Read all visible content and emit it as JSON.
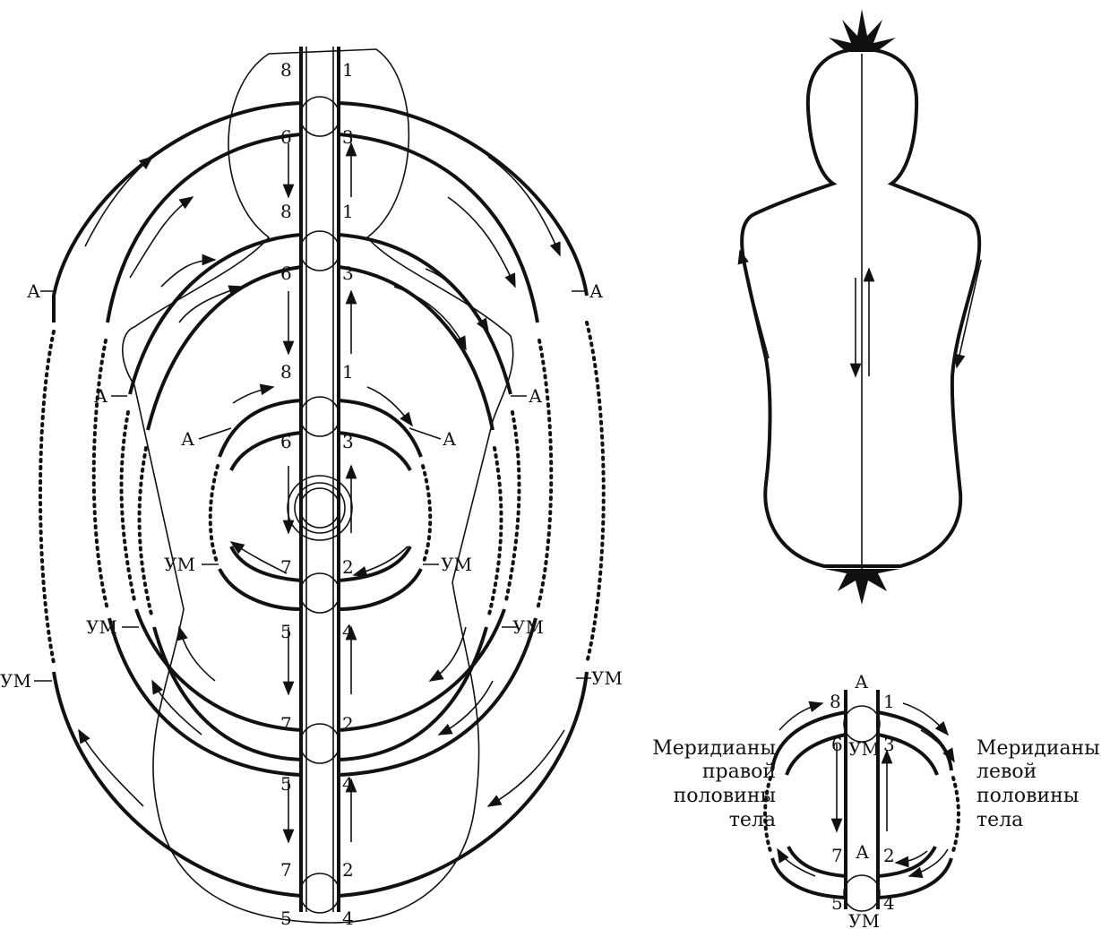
{
  "main_diagram": {
    "numbers": {
      "top_8": "8",
      "top_1": "1",
      "top_6": "6",
      "top_3": "3",
      "neck_8": "8",
      "neck_1": "1",
      "neck_6": "6",
      "neck_3": "3",
      "chest_8": "8",
      "chest_1": "1",
      "chest_6": "6",
      "chest_3": "3",
      "abd_7": "7",
      "abd_2": "2",
      "abd_5": "5",
      "abd_4": "4",
      "hip_7": "7",
      "hip_2": "2",
      "hip_5": "5",
      "hip_4": "4",
      "low_7": "7",
      "low_2": "2",
      "bot_5": "5",
      "bot_4": "4"
    },
    "labels": {
      "a_outer_left": "А",
      "a_outer_right": "А",
      "a_mid_left": "А",
      "a_mid_right": "А",
      "a_inner_left": "А",
      "a_inner_right": "А",
      "um_inner_left": "УМ",
      "um_inner_right": "УМ",
      "um_mid_left": "УМ",
      "um_mid_right": "УМ",
      "um_outer_left": "УМ",
      "um_outer_right": "УМ"
    }
  },
  "small_diagram": {
    "numbers": {
      "n8": "8",
      "n1": "1",
      "n6": "6",
      "n3": "3",
      "n7": "7",
      "n2": "2",
      "n5": "5",
      "n4": "4"
    },
    "labels": {
      "a_top": "А",
      "um_upper": "УМ",
      "a_lower": "А",
      "um_bottom": "УМ"
    }
  },
  "captions": {
    "right_half": [
      "Меридианы",
      "правой",
      "половины",
      "тела"
    ],
    "left_half": [
      "Меридианы",
      "левой",
      "половины",
      "тела"
    ]
  }
}
